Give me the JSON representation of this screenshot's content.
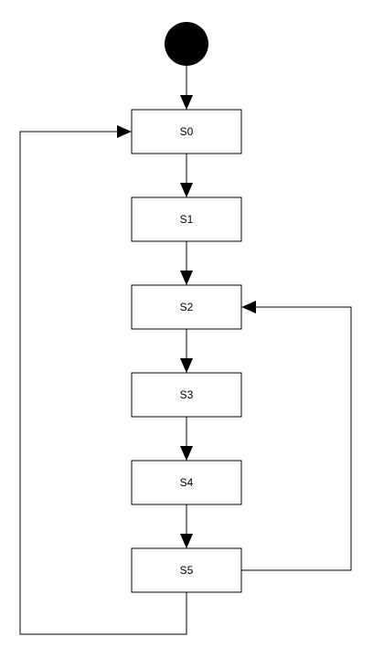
{
  "states": [
    {
      "id": "s0",
      "label": "S0"
    },
    {
      "id": "s1",
      "label": "S1"
    },
    {
      "id": "s2",
      "label": "S2"
    },
    {
      "id": "s3",
      "label": "S3"
    },
    {
      "id": "s4",
      "label": "S4"
    },
    {
      "id": "s5",
      "label": "S5"
    }
  ],
  "initial_state": "s0",
  "transitions": [
    {
      "from": "initial",
      "to": "s0"
    },
    {
      "from": "s0",
      "to": "s1"
    },
    {
      "from": "s1",
      "to": "s2"
    },
    {
      "from": "s2",
      "to": "s3"
    },
    {
      "from": "s3",
      "to": "s4"
    },
    {
      "from": "s4",
      "to": "s5"
    },
    {
      "from": "s5",
      "to": "s2"
    },
    {
      "from": "s5",
      "to": "s0"
    }
  ],
  "colors": {
    "stroke": "#000000",
    "fill": "#ffffff",
    "initial_node": "#000000"
  }
}
